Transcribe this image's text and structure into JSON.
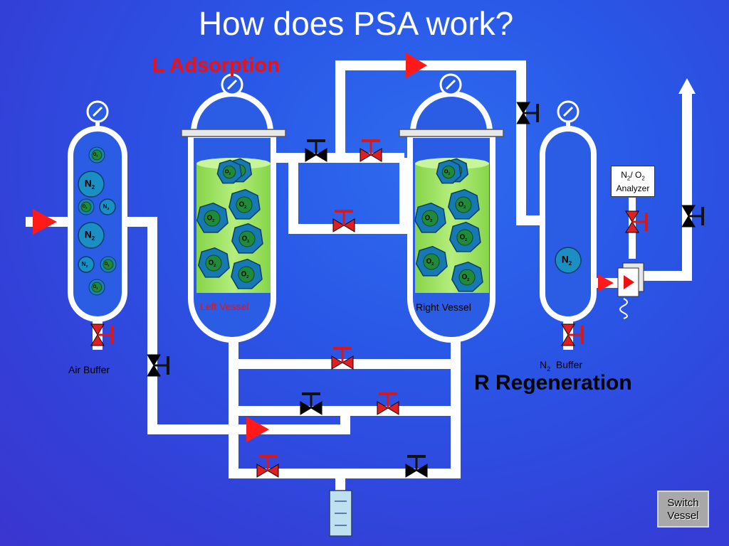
{
  "title": "How does PSA work?",
  "labels": {
    "left_adsorption": "L Adsorption",
    "right_regeneration": "R Regeneration",
    "air_buffer": "Air Buffer",
    "left_vessel": "Left Vessel",
    "right_vessel": "Right Vessel",
    "n2_buffer": "Buffer",
    "n2": "N",
    "o2": "O",
    "subscript": "2",
    "analyzer_line1_a": "N",
    "analyzer_line1_b": "/ O",
    "analyzer_line2": "Analyzer"
  },
  "button": {
    "line1": "Switch",
    "line2": "Vessel"
  },
  "colors": {
    "background": "#2f5ee8",
    "pipe": "#ffffff",
    "valve_open": "#e02020",
    "valve_closed": "#000000",
    "valve_bar_open": "#d81818",
    "n2_molecule": "#1b8fc4",
    "o2_molecule": "#1f8a3a",
    "sieve_bed": "#9be05a",
    "flow_arrow": "#ff1a1a",
    "label_red": "#ee1111"
  }
}
